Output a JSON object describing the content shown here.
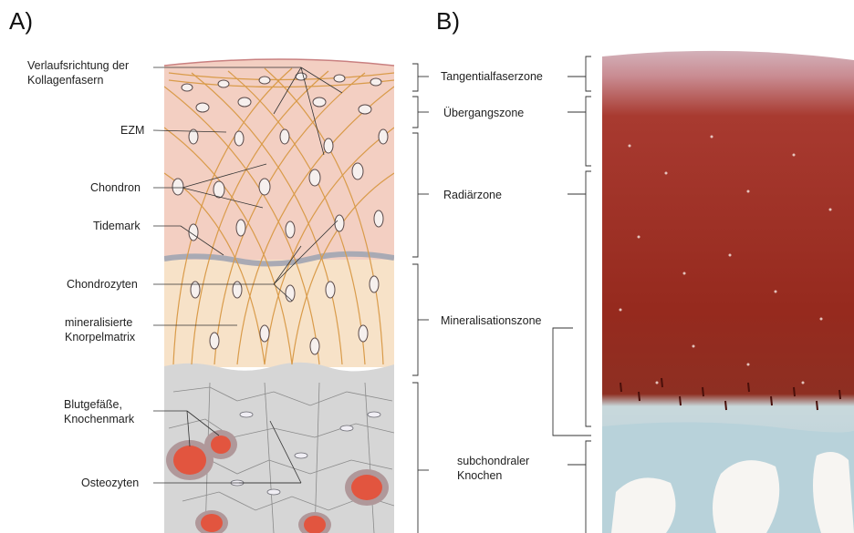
{
  "panels": {
    "a": "A)",
    "b": "B)"
  },
  "left_labels": [
    {
      "id": "collagen",
      "lines": [
        "Verlaufsrichtung der",
        "Kollagenfasern"
      ]
    },
    {
      "id": "ezm",
      "lines": [
        "EZM"
      ]
    },
    {
      "id": "chondron",
      "lines": [
        "Chondron"
      ]
    },
    {
      "id": "tidemark",
      "lines": [
        "Tidemark"
      ]
    },
    {
      "id": "chondrozyten",
      "lines": [
        "Chondrozyten"
      ]
    },
    {
      "id": "matrix",
      "lines": [
        "mineralisierte",
        "Knorpelmatrix"
      ]
    },
    {
      "id": "vessels",
      "lines": [
        "Blutgefäße,",
        "Knochenmark"
      ]
    },
    {
      "id": "osteozyten",
      "lines": [
        "Osteozyten"
      ]
    }
  ],
  "zones": {
    "tangential": "Tangentialfaserzone",
    "transition": "Übergangszone",
    "radial": "Radiärzone",
    "mineral": "Mineralisationszone",
    "subchondral": [
      "subchondraler",
      "Knochen"
    ]
  },
  "colors": {
    "cartilage_pink": "#f3cfc2",
    "calcified": "#f7e2c8",
    "bone_gray": "#d8d8d8",
    "fiber": "#d99b4a",
    "tissue_red": "#9b2a1e",
    "bone_blue": "#b9d4dc",
    "vessel_red": "#e2553f"
  }
}
